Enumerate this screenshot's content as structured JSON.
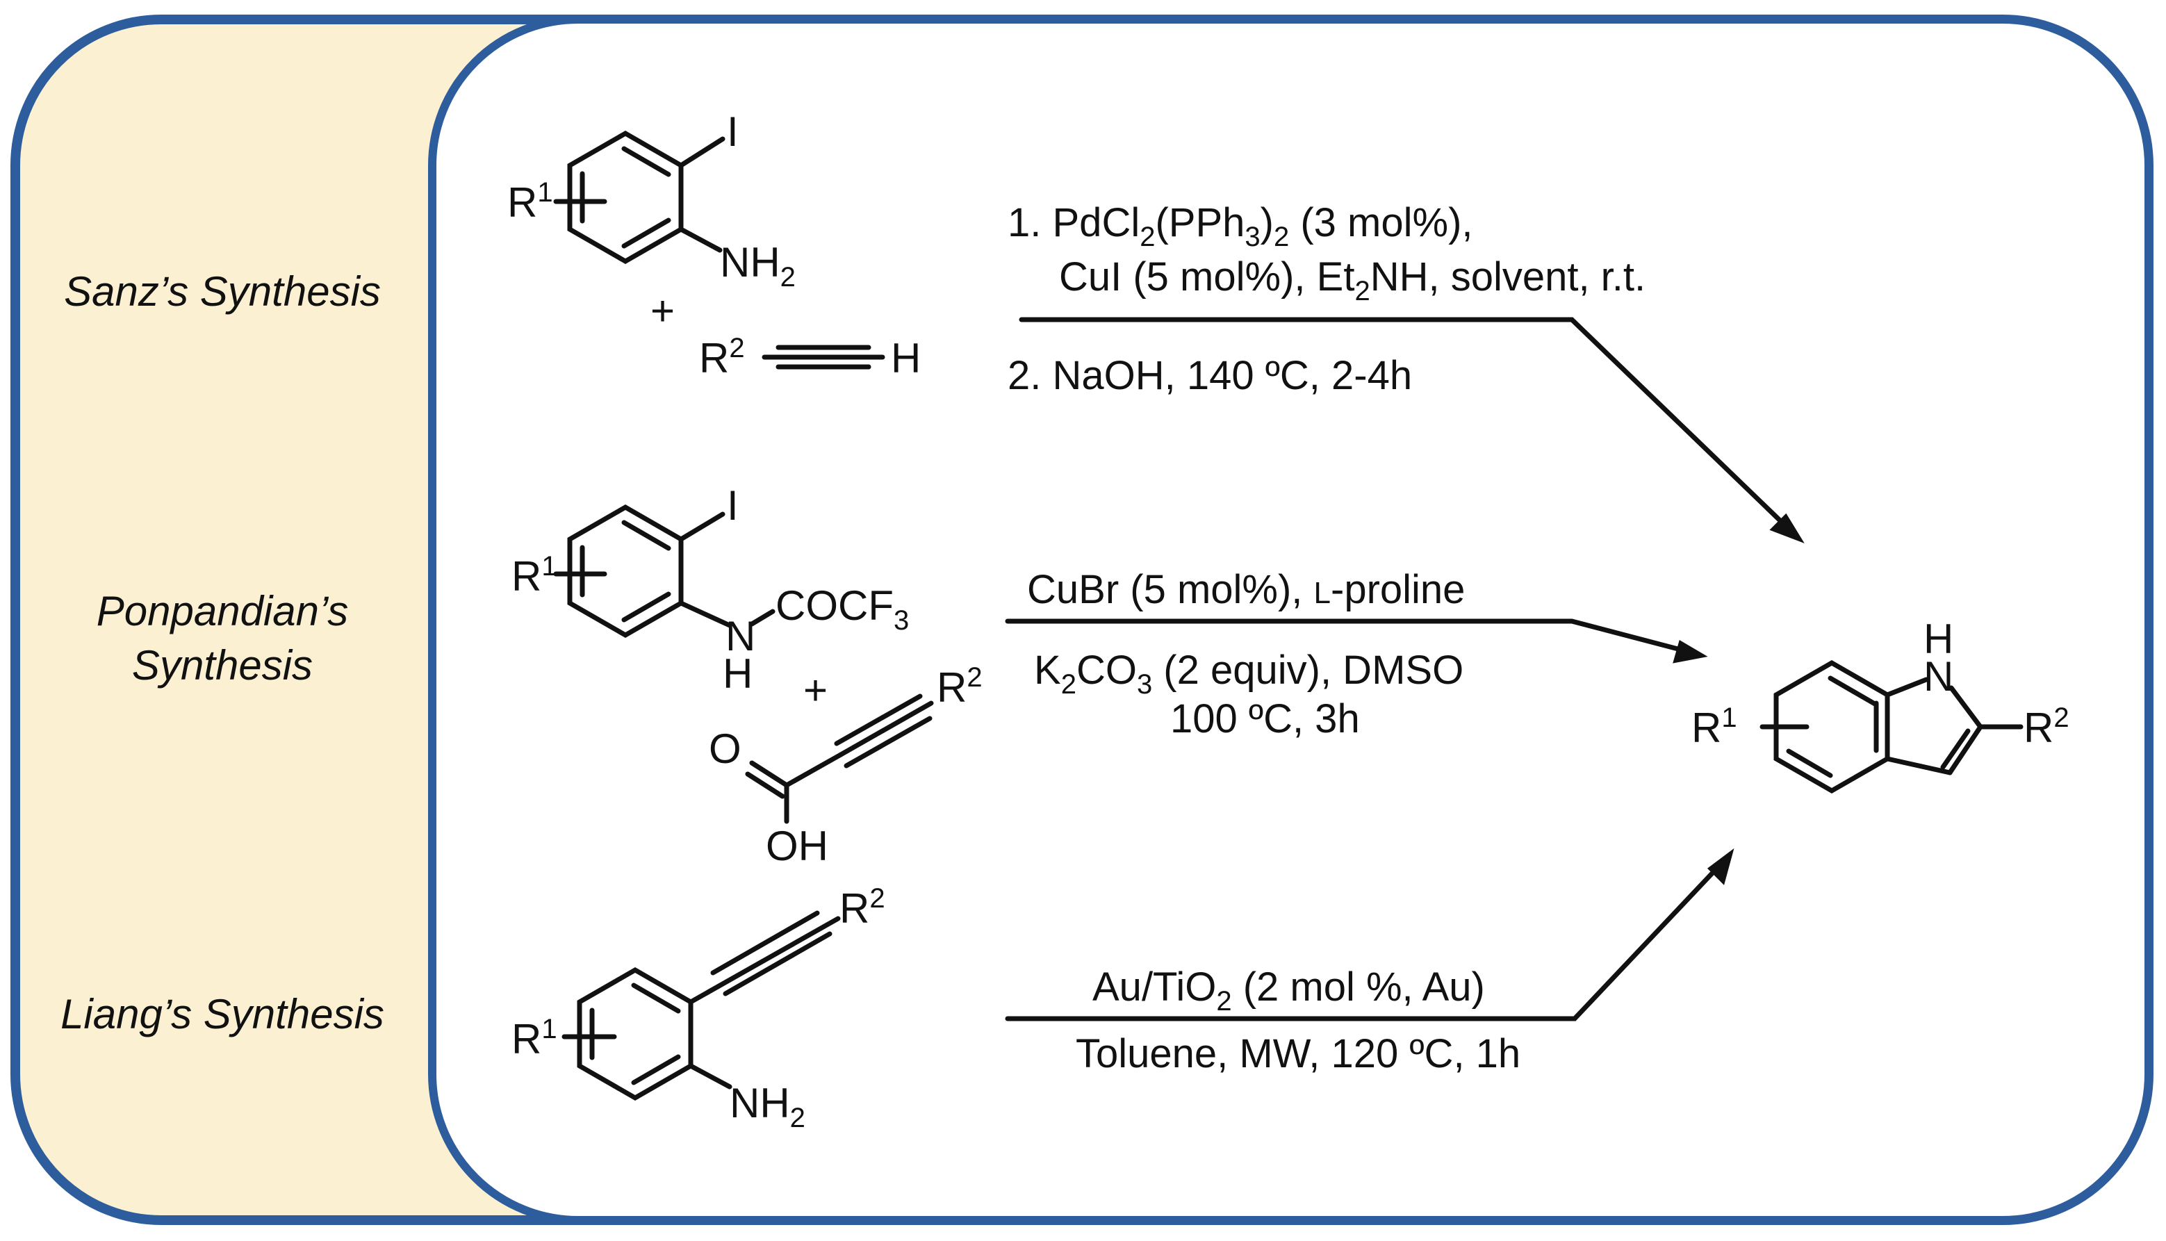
{
  "colors": {
    "frame": "#2E5D9E",
    "label_panel": "#FBF1D2",
    "ink": "#111111"
  },
  "labels": {
    "sanz": "Sanz’s Synthesis",
    "ponpandian_line1": "Ponpandian’s",
    "ponpandian_line2": "Synthesis",
    "liang": "Liang’s Synthesis"
  },
  "sanz": {
    "iodo": "I",
    "r1": "R",
    "r1_sup": "1",
    "nh": "NH",
    "nh_sub": "2",
    "plus": "+",
    "alkyne_r": "R",
    "alkyne_r_sup": "2",
    "alkyne_h": "H",
    "cond1_num": "1. ",
    "cond1_a": "PdCl",
    "cond1_a_sub": "2",
    "cond1_b": "(PPh",
    "cond1_b_sub": "3",
    "cond1_c": ")",
    "cond1_c_sub": "2",
    "cond1_d": " (3 mol%),",
    "cond2_a": "CuI (5 mol%), Et",
    "cond2_a_sub": "2",
    "cond2_b": "NH, solvent, r.t.",
    "cond3": "2. NaOH, 140 ºC, 2-4h"
  },
  "ponpandian": {
    "iodo": "I",
    "r1": "R",
    "r1_sup": "1",
    "amide": "COCF",
    "amide_sub": "3",
    "n": "N",
    "h": "H",
    "plus": "+",
    "o": "O",
    "oh": "OH",
    "r2": "R",
    "r2_sup": "2",
    "cond1_a": "CuBr (5 mol%), ",
    "cond1_l": "L",
    "cond1_b": "-proline",
    "cond2_a": "K",
    "cond2_a_sub": "2",
    "cond2_b": "CO",
    "cond2_b_sub": "3",
    "cond2_c": " (2 equiv), DMSO",
    "cond3": "100 ºC, 3h"
  },
  "liang": {
    "r1": "R",
    "r1_sup": "1",
    "r2": "R",
    "r2_sup": "2",
    "nh": "NH",
    "nh_sub": "2",
    "cond1_a": "Au/TiO",
    "cond1_a_sub": "2",
    "cond1_b": " (2 mol %, Au)",
    "cond2": "Toluene, MW, 120 ºC, 1h"
  },
  "product": {
    "h": "H",
    "n": "N",
    "r1": "R",
    "r1_sup": "1",
    "r2": "R",
    "r2_sup": "2"
  }
}
